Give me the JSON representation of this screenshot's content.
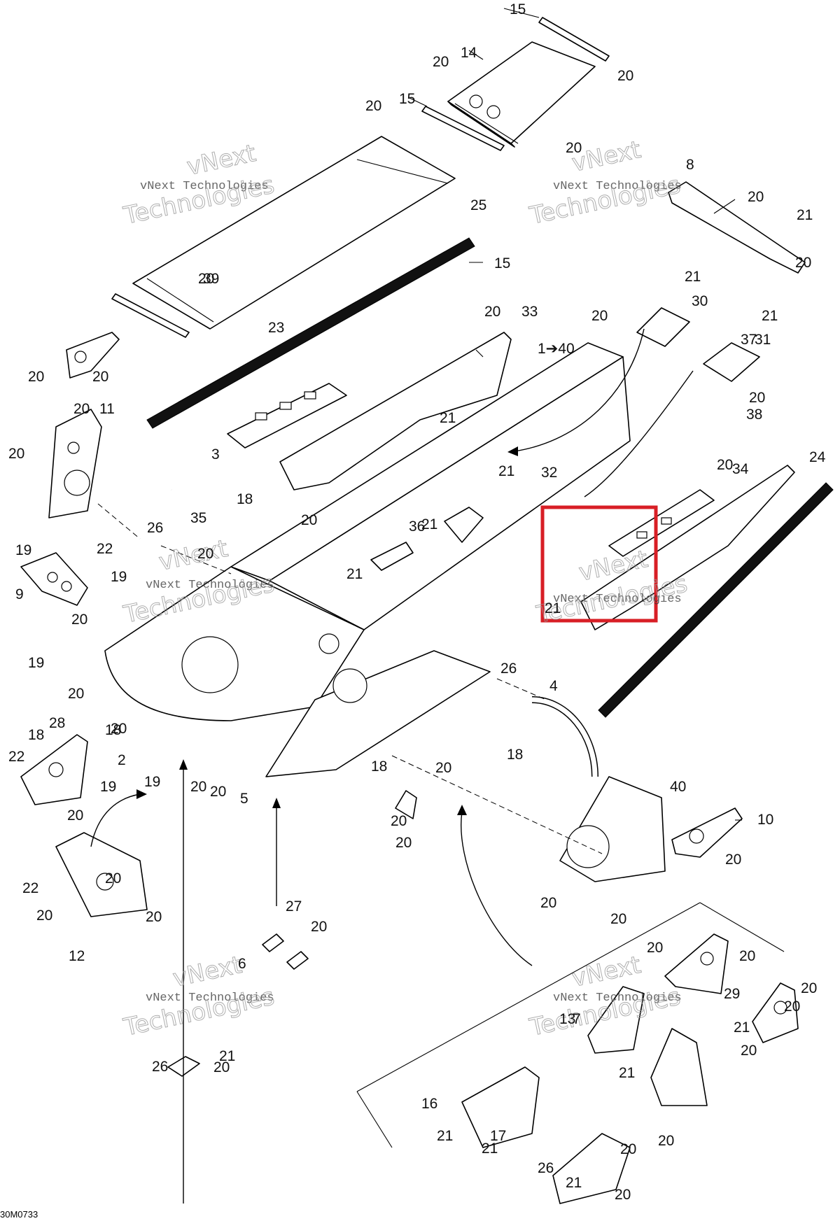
{
  "diagram_code": "30M0733",
  "watermark": {
    "line1": "vNext Technologies",
    "line2": "vNext",
    "line3": "Technologies"
  },
  "highlight_color": "#d81f26",
  "callouts": [
    "15",
    "14",
    "20",
    "20",
    "15",
    "20",
    "20",
    "25",
    "20",
    "8",
    "20",
    "21",
    "15",
    "20",
    "39",
    "20",
    "20",
    "23",
    "20",
    "33",
    "20",
    "1➔40",
    "21",
    "30",
    "21",
    "31",
    "37",
    "11",
    "20",
    "20",
    "3",
    "21",
    "21",
    "32",
    "20",
    "34",
    "24",
    "20",
    "18",
    "26",
    "35",
    "36",
    "21",
    "38",
    "20",
    "21",
    "19",
    "22",
    "19",
    "9",
    "20",
    "21",
    "20",
    "19",
    "20",
    "18",
    "18",
    "28",
    "2",
    "22",
    "19",
    "20",
    "19",
    "20",
    "20",
    "26",
    "4",
    "18",
    "18",
    "20",
    "5",
    "20",
    "20",
    "20",
    "40",
    "10",
    "20",
    "20",
    "22",
    "20",
    "20",
    "12",
    "20",
    "20",
    "27",
    "20",
    "6",
    "20",
    "20",
    "29",
    "20",
    "7",
    "20",
    "20",
    "13",
    "21",
    "21",
    "21",
    "26",
    "20",
    "16",
    "21",
    "21",
    "17",
    "20",
    "26",
    "21",
    "20",
    "20"
  ]
}
